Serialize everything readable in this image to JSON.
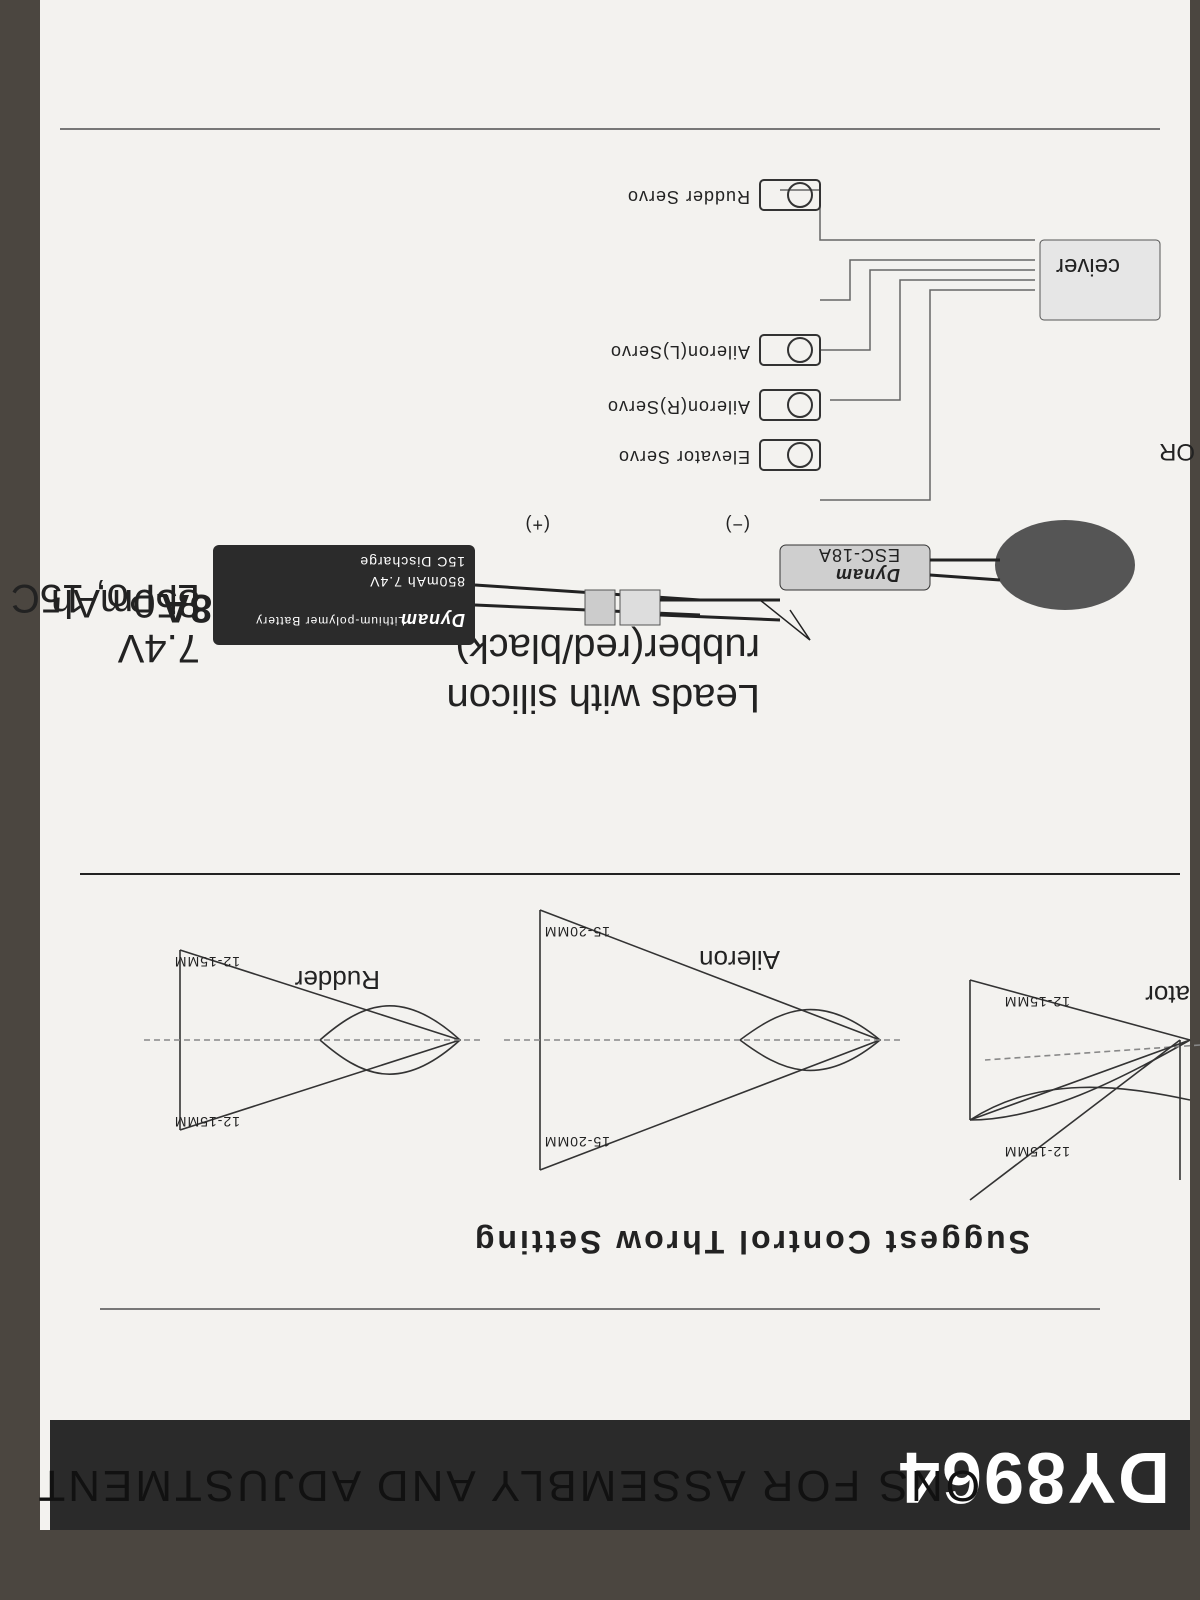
{
  "header": {
    "model": "DY8964",
    "title": "ONS FOR ASSEMBLY AND ADJUSTMENT",
    "subtitle": "INSTRUCTIONS FOR ASSEMBLY AND ADJUSTMENT"
  },
  "throw_section": {
    "title": "Suggest Control Throw Setting",
    "elevator": {
      "label": "ator",
      "up": "12-15MM",
      "down": "12-15MM"
    },
    "aileron": {
      "label": "Aileron",
      "up": "15-20MM",
      "down": "15-20MM"
    },
    "rudder": {
      "label": "Rudder",
      "left": "12-15MM",
      "right": "12-15MM"
    }
  },
  "wiring": {
    "leads_note_line1": "Leads with silicon",
    "leads_note_line2": "rubber(red/black)",
    "esc_label": "ESC-18A",
    "esc_brand": "Dynam",
    "esc_model": "ESC-18A",
    "battery_spec_line1": "7.4V 850mAh",
    "battery_spec_line2": "Li-Po, 15C",
    "battery_brand": "Dynam",
    "battery_type": "Lithium-polymer Battery",
    "battery_capacity": "850mAh 7.4V",
    "battery_discharge": "15C Discharge",
    "plus": "(+)",
    "minus": "(−)",
    "or_text": "OR",
    "receiver_text": "ceiver",
    "servos": [
      "Elevator  Servo",
      "Aileron(R)Servo",
      "Aileron(L)Servo",
      "Rudder  Servo"
    ]
  },
  "colors": {
    "header_bg": "#2a2a2a",
    "paper": "#f3f2ef",
    "ink": "#222222"
  }
}
